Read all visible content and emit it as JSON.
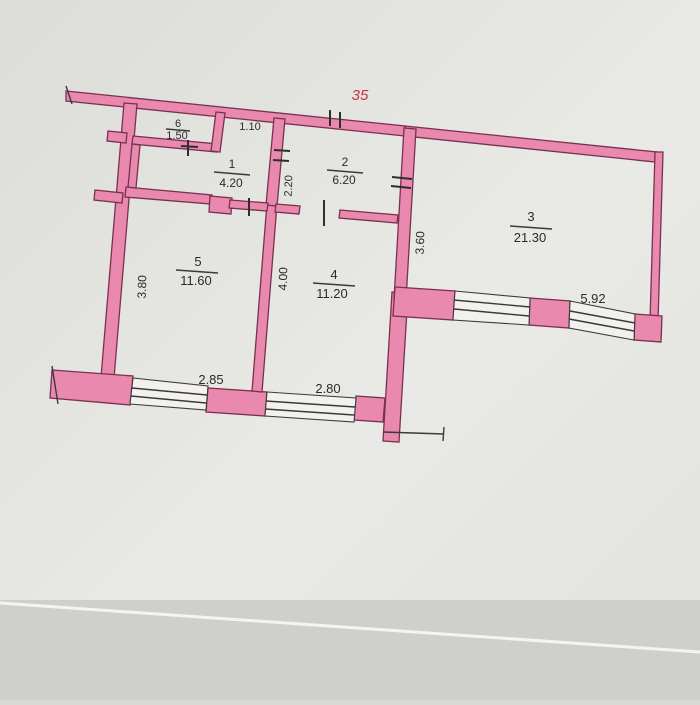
{
  "plan_number": "35",
  "rooms": [
    {
      "id": "1",
      "area": "4.20"
    },
    {
      "id": "2",
      "area": "6.20"
    },
    {
      "id": "3",
      "area": "21.30"
    },
    {
      "id": "4",
      "area": "11.20"
    },
    {
      "id": "5",
      "area": "11.60"
    },
    {
      "id": "6",
      "area": "1.50"
    }
  ],
  "dimensions": {
    "corridor_width": "1.10",
    "room1_side": "2.20",
    "room2_side": "3.60",
    "room5_side": "3.80",
    "room4_side": "4.00",
    "room3_window_wall": "5.92",
    "room5_window_wall": "2.85",
    "room4_window_wall": "2.80"
  },
  "colors": {
    "wall_fill": "#e889ad",
    "wall_outline": "#7a3050",
    "plan_number": "#c8323c",
    "paper": "#e4e4e1"
  }
}
